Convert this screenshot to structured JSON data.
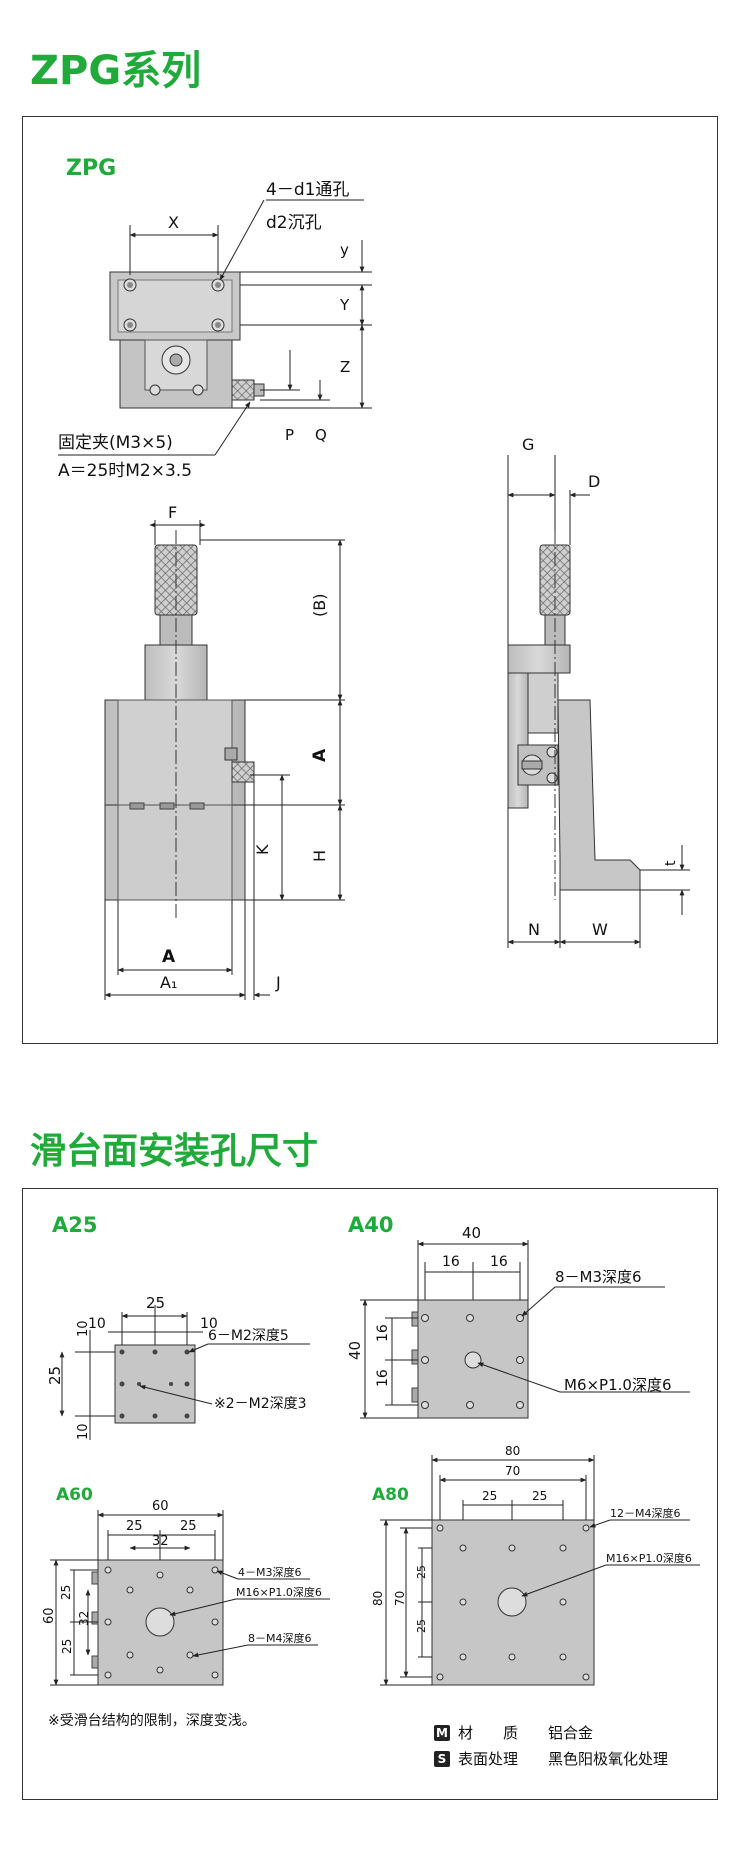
{
  "section1": {
    "title": "ZPG系列",
    "model": "ZPG",
    "labels": {
      "d1": "4－d1通孔",
      "d2": "d2沉孔",
      "clamp1": "固定夹(M3×5)",
      "clamp2": "A＝25时M2×3.5",
      "X": "X",
      "y": "y",
      "Y": "Y",
      "Z": "Z",
      "P": "P",
      "Q": "Q",
      "F": "F",
      "B": "(B)",
      "A": "A",
      "K": "K",
      "H": "H",
      "A1": "A₁",
      "J": "J",
      "G": "G",
      "D": "D",
      "t": "t",
      "N": "N",
      "W": "W"
    }
  },
  "section2": {
    "title": "滑台面安装孔尺寸",
    "a25": {
      "name": "A25",
      "d25": "25",
      "d10a": "10",
      "d10b": "10",
      "v10a": "10",
      "v25": "25",
      "v10b": "10",
      "hole1": "6－M2深度5",
      "hole2": "※2－M2深度3"
    },
    "a40": {
      "name": "A40",
      "d40": "40",
      "d16a": "16",
      "d16b": "16",
      "v40": "40",
      "v16a": "16",
      "v16b": "16",
      "hole1": "8－M3深度6",
      "hole2": "M6×P1.0深度6"
    },
    "a60": {
      "name": "A60",
      "d60": "60",
      "d25a": "25",
      "d25b": "25",
      "d32": "32",
      "v60": "60",
      "v25a": "25",
      "v32": "32",
      "v25b": "25",
      "hole1": "4－M3深度6",
      "hole2": "M16×P1.0深度6",
      "hole3": "8－M4深度6"
    },
    "a80": {
      "name": "A80",
      "d80": "80",
      "d70": "70",
      "d25a": "25",
      "d25b": "25",
      "v80": "80",
      "v70": "70",
      "v25a": "25",
      "v25b": "25",
      "hole1": "12－M4深度6",
      "hole2": "M16×P1.0深度6"
    },
    "note": "※受滑台结构的限制，深度变浅。",
    "material": {
      "badge": "M",
      "label": "材　　质",
      "value": "铝合金"
    },
    "surface": {
      "badge": "S",
      "label": "表面处理",
      "value": "黑色阳极氧化处理"
    }
  }
}
